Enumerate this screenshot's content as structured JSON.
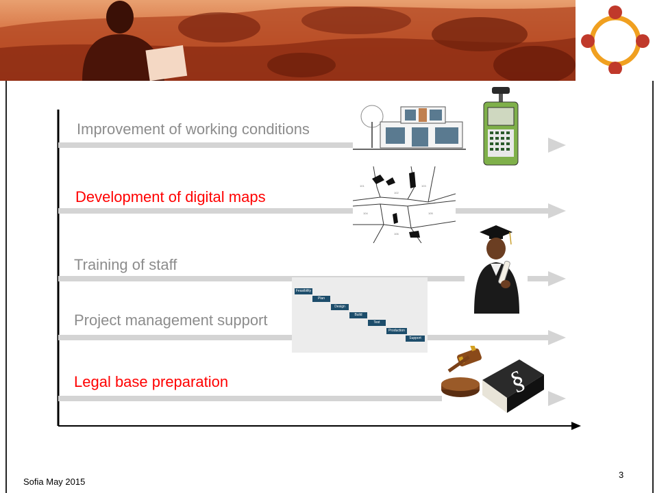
{
  "rows": [
    {
      "label": "Improvement of working conditions",
      "color": "#8c8c8c"
    },
    {
      "label": "Development of digital maps",
      "color": "#ff0000"
    },
    {
      "label": "Training of staff",
      "color": "#8c8c8c"
    },
    {
      "label": "Project management support",
      "color": "#8c8c8c"
    },
    {
      "label": "Legal base preparation",
      "color": "#ff0000"
    }
  ],
  "gantt_steps": [
    "Feasibility",
    "Plan",
    "Design",
    "Build",
    "Test",
    "Production",
    "Support"
  ],
  "footer": {
    "text": "Sofia May 2015",
    "page": "3"
  },
  "colors": {
    "accent": "#c8402a",
    "bar": "#d4d4d4",
    "axis": "#000000"
  },
  "icons": [
    "logo-ring-icon",
    "house-icon",
    "gps-receiver-icon",
    "cadastral-map-icon",
    "graduate-icon",
    "gantt-chart-icon",
    "gavel-icon",
    "law-book-icon"
  ]
}
